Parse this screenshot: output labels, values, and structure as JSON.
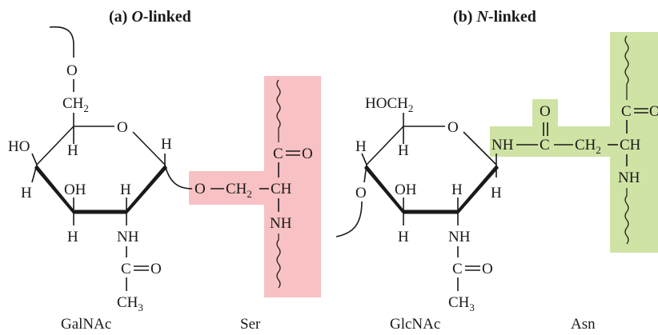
{
  "titles": {
    "o_linked": {
      "prefix": "(a) ",
      "italic": "O",
      "suffix": "-linked"
    },
    "n_linked": {
      "prefix": "(b) ",
      "italic": "N",
      "suffix": "-linked"
    }
  },
  "left": {
    "atoms": {
      "o_top": "O",
      "ch2": "CH",
      "ch2_sub": "2",
      "ring_o": "O",
      "ho": "HO",
      "h_c4_inner": "H",
      "h_c1": "H",
      "h_c4": "H",
      "oh_c3": "OH",
      "h_c2": "H",
      "h_c3": "H",
      "nh": "NH",
      "c_acetyl": "C",
      "o_acetyl": "O",
      "ch3": "CH",
      "ch3_sub": "3"
    },
    "linkage": {
      "o": "O",
      "ch2": "CH",
      "ch2_sub": "2",
      "ch": "CH",
      "c": "C",
      "nh": "NH"
    },
    "captions": {
      "sugar": "GalNAc",
      "amino_acid": "Ser"
    },
    "highlight_color": "#f8c1c3"
  },
  "right": {
    "atoms": {
      "hoch2": "HOCH",
      "hoch2_sub": "2",
      "ring_o": "O",
      "h_c4_out": "H",
      "h_c4_in": "H",
      "o_c4": "O",
      "oh_c3": "OH",
      "h_c2": "H",
      "h_c3": "H",
      "h_c1": "H",
      "nh": "NH",
      "c_acetyl": "C",
      "o_acetyl": "O",
      "ch3": "CH",
      "ch3_sub": "3"
    },
    "linkage": {
      "nh": "NH",
      "c_amide": "C",
      "o_amide": "O",
      "ch2": "CH",
      "ch2_sub": "2",
      "ch": "CH",
      "c_top": "C",
      "o_top": "O",
      "nh_back": "NH"
    },
    "captions": {
      "sugar": "GlcNAc",
      "amino_acid": "Asn"
    },
    "highlight_color": "#cfe3a4"
  }
}
